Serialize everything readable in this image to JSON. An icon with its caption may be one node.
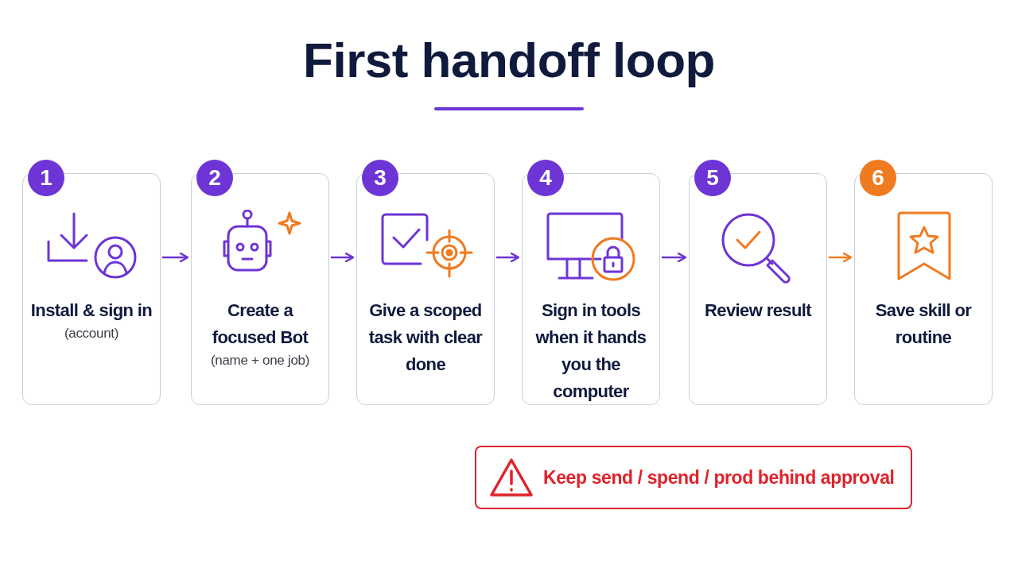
{
  "diagram": {
    "title": "First handoff loop",
    "nodes": [
      {
        "text": [
          "1",
          "Install & sign in",
          "(account)"
        ]
      },
      {
        "text": [
          "2",
          "Create a focused Bot",
          "(name + one job)"
        ]
      },
      {
        "text": [
          "3",
          "Give a scoped task with clear done"
        ]
      },
      {
        "text": [
          "4",
          "Sign in tools when it hands you the computer"
        ]
      },
      {
        "text": [
          "5",
          "Review result"
        ]
      },
      {
        "text": [
          "6",
          "Save skill or routine"
        ]
      },
      {
        "text": [
          "Keep send / spend / prod behind approval"
        ]
      }
    ],
    "edges": [
      {
        "from": 0,
        "to": 1,
        "arrow": "to"
      },
      {
        "from": 1,
        "to": 2,
        "arrow": "to"
      },
      {
        "from": 2,
        "to": 3,
        "arrow": "to"
      },
      {
        "from": 3,
        "to": 4,
        "arrow": "to"
      },
      {
        "from": 4,
        "to": 5,
        "arrow": "to",
        "color": "#f07a1f"
      }
    ]
  }
}
